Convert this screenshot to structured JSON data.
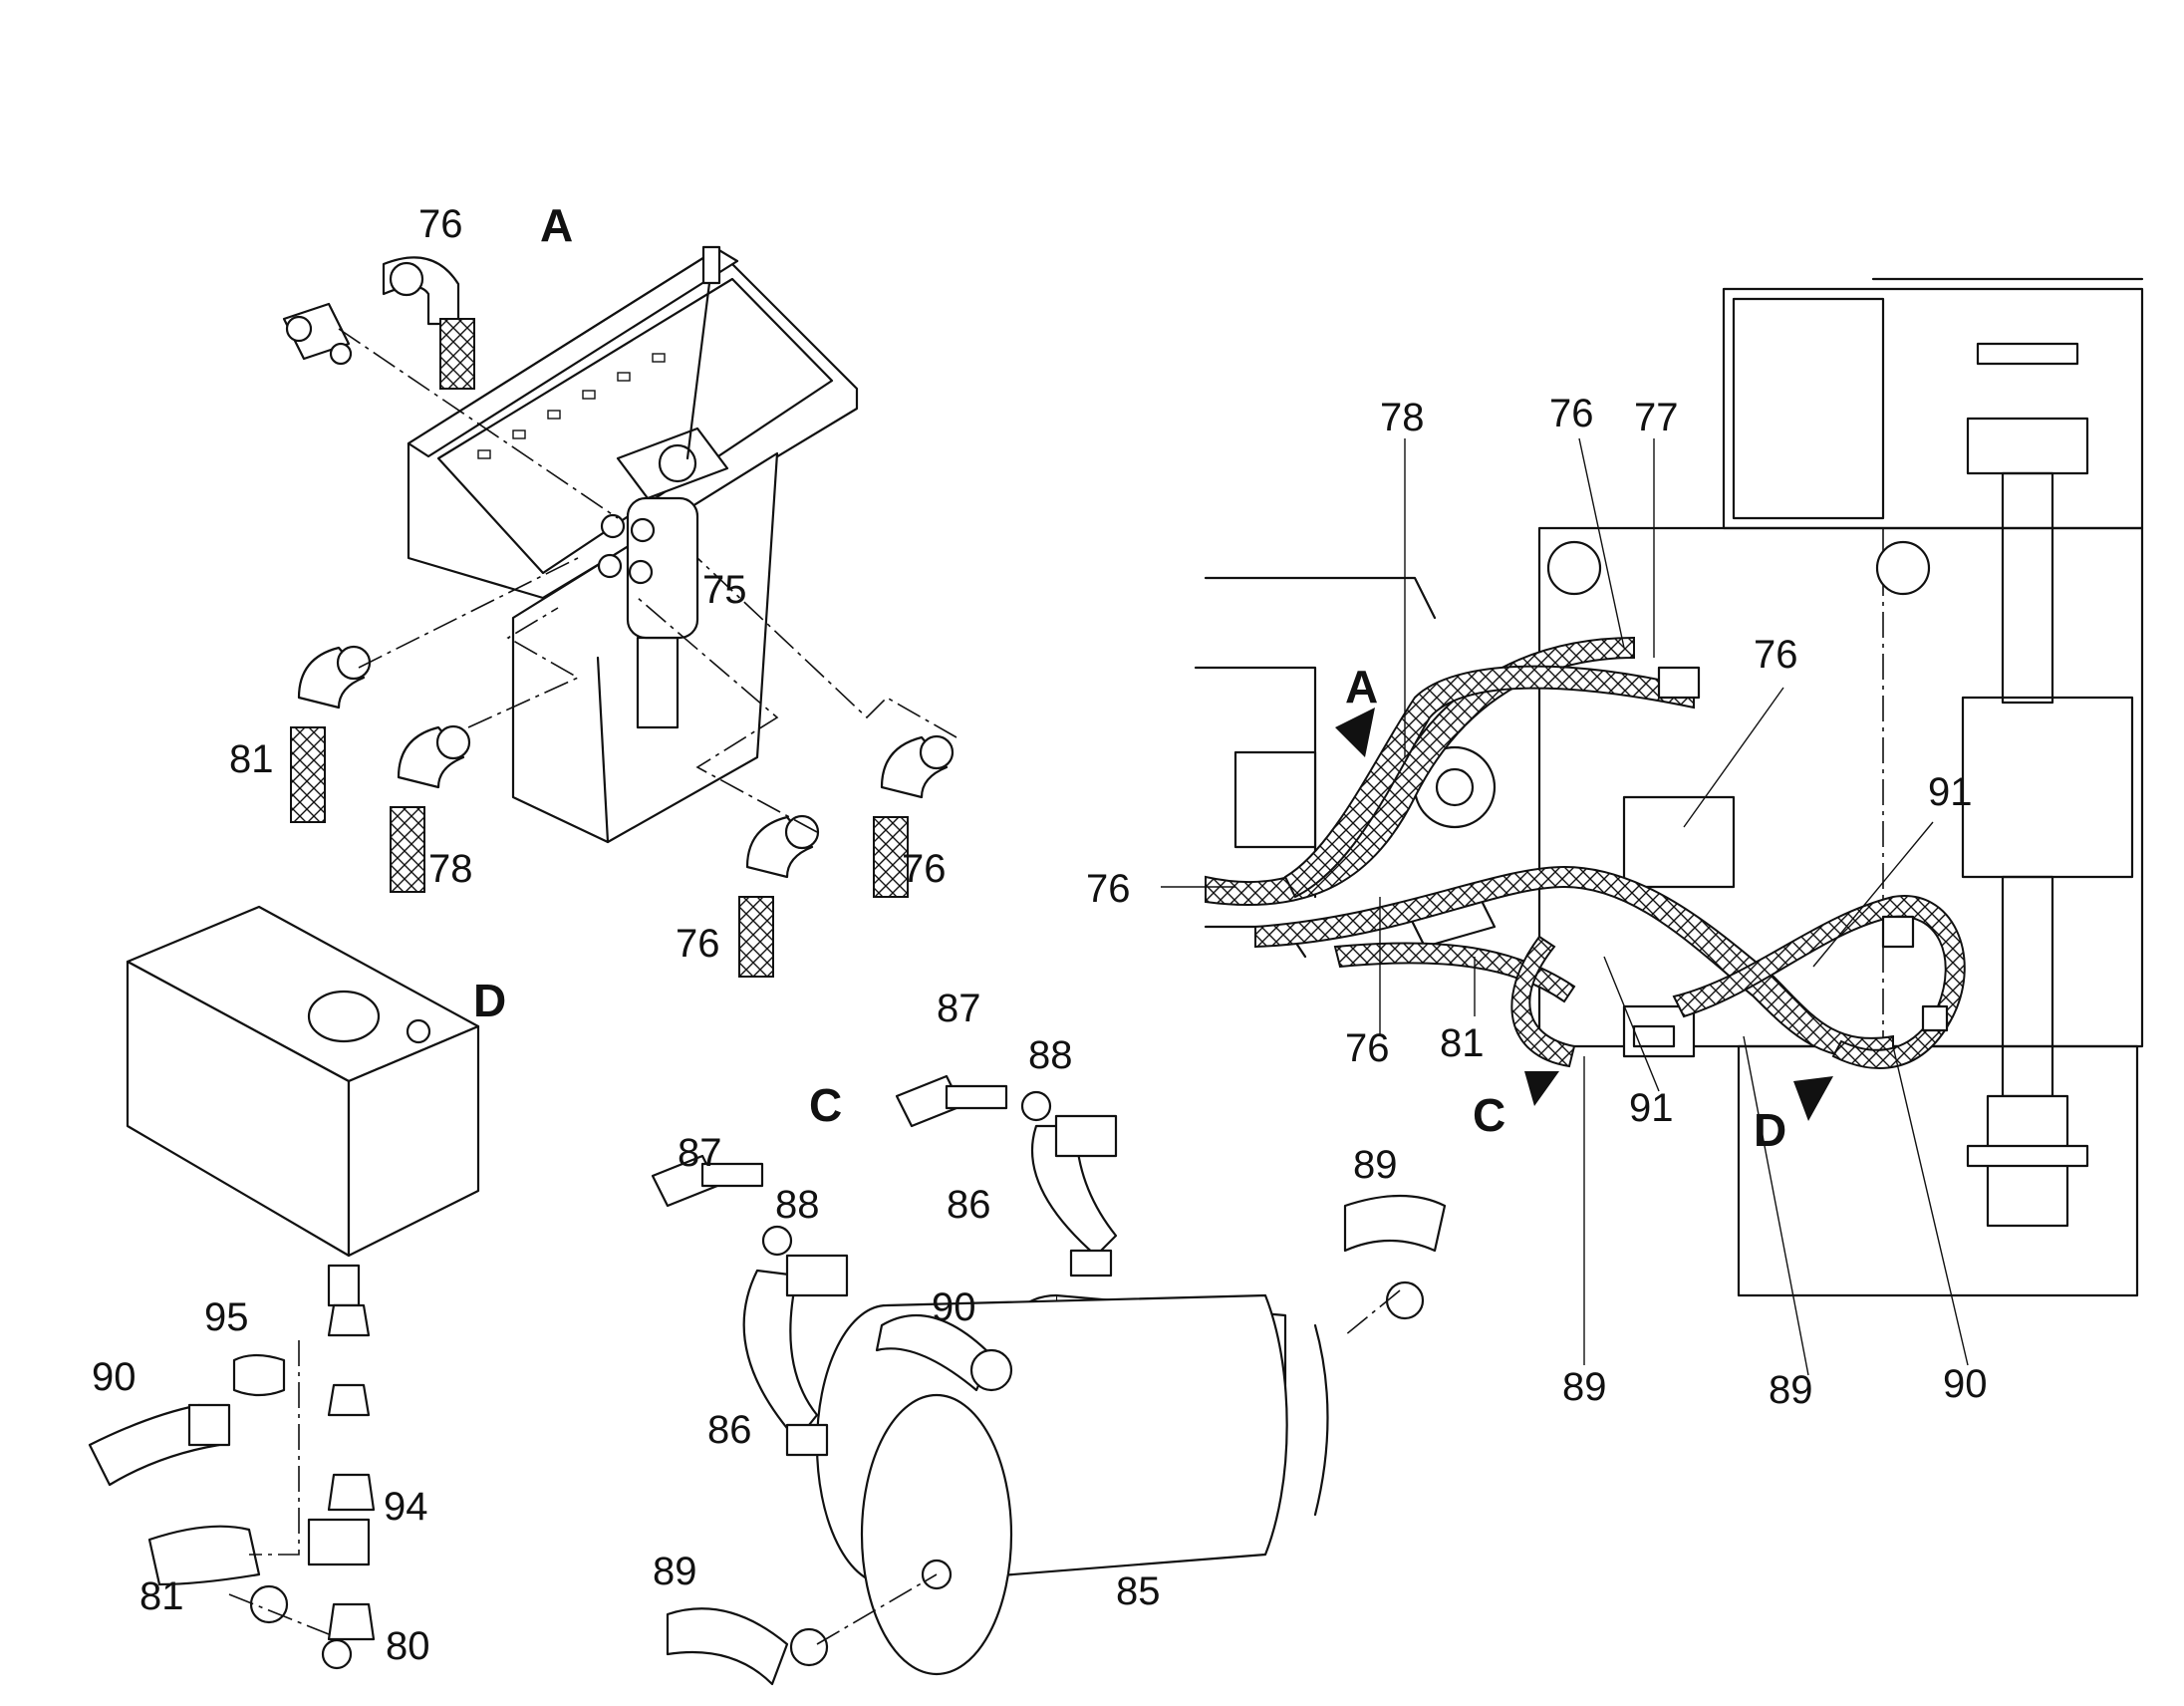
{
  "diagram": {
    "sections": {
      "a": "A",
      "b": "A",
      "c": "C",
      "d": "D",
      "c2": "C",
      "d2": "D"
    },
    "labels": {
      "l76a": "76",
      "l81a": "81",
      "l78a": "78",
      "l75": "75",
      "l76b": "76",
      "l76c": "76",
      "l95": "95",
      "l90a": "90",
      "l94": "94",
      "l81b": "81",
      "l80": "80",
      "l87a": "87",
      "l88a": "88",
      "l87b": "87",
      "l88b": "88",
      "l86a": "86",
      "l86b": "86",
      "l90b": "90",
      "l89a": "89",
      "l89b": "89",
      "l85": "85",
      "r78": "78",
      "r76a": "76",
      "r77": "77",
      "r76b": "76",
      "r91a": "91",
      "r76c": "76",
      "r76d": "76",
      "r81": "81",
      "r91b": "91",
      "r89a": "89",
      "r89b": "89",
      "r90": "90"
    }
  }
}
